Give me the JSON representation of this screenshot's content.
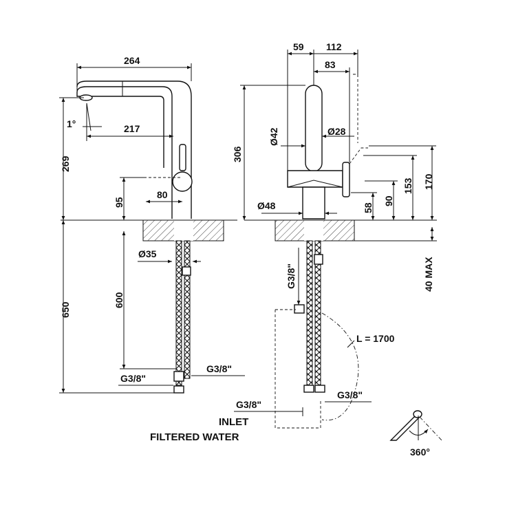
{
  "left_view": {
    "dims": {
      "width_264": "264",
      "angle_1": "1°",
      "reach_217": "217",
      "height_269": "269",
      "lever_80": "80",
      "height_95": "95",
      "dia_35": "Ø35",
      "hose_600": "600",
      "total_650": "650",
      "thread_left": "G3/8\"",
      "thread_right": "G3/8\""
    }
  },
  "right_view": {
    "dims": {
      "offset_59": "59",
      "offset_112": "112",
      "offset_83": "83",
      "height_306": "306",
      "dia_42": "Ø42",
      "dia_28": "Ø28",
      "dia_48": "Ø48",
      "height_170": "170",
      "height_153": "153",
      "height_90": "90",
      "height_58": "58",
      "deck_40max": "40 MAX",
      "thread_vertical": "G3/8\"",
      "hose_length": "L = 1700",
      "thread_inlet": "G3/8\"",
      "thread_right": "G3/8\""
    },
    "labels": {
      "inlet": "INLET",
      "filtered_water": "FILTERED WATER"
    }
  },
  "rotation": {
    "label": "360°"
  }
}
